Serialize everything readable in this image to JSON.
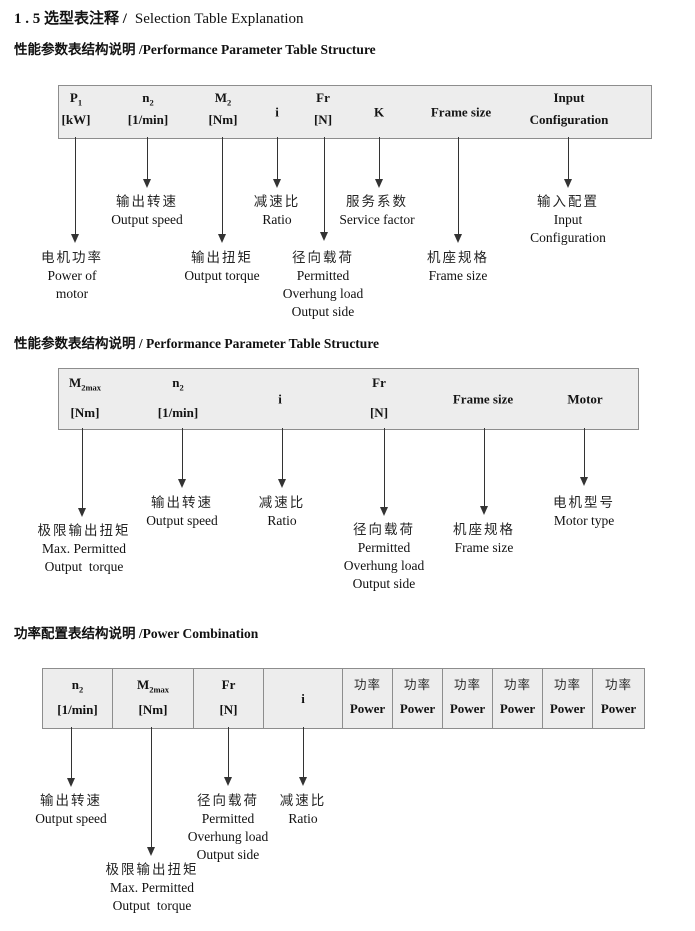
{
  "page": {
    "title_zh": "1 . 5 选型表注释 /",
    "title_en": "Selection Table Explanation"
  },
  "sections": [
    {
      "heading": "性能参数表结构说明 /Performance Parameter Table Structure",
      "table": {
        "columns": [
          {
            "line1": "P",
            "sub": "1",
            "line2": "[kW]"
          },
          {
            "line1": "n",
            "sub": "2",
            "line2": "[1/min]"
          },
          {
            "line1": "M",
            "sub": "2",
            "line2": "[Nm]"
          },
          {
            "line1": "i"
          },
          {
            "line1": "Fr",
            "line2": "[N]"
          },
          {
            "line1": "K"
          },
          {
            "line1": "Frame size"
          },
          {
            "line1": "Input",
            "line2": "Configuration"
          }
        ]
      },
      "callouts": [
        {
          "lines": [
            "输出转速",
            "Output speed"
          ]
        },
        {
          "lines": [
            "减速比",
            "Ratio"
          ]
        },
        {
          "lines": [
            "服务系数",
            "Service factor"
          ]
        },
        {
          "lines": [
            "输入配置",
            "Input",
            "Configuration"
          ]
        },
        {
          "lines": [
            "电机功率",
            "Power of",
            "motor"
          ]
        },
        {
          "lines": [
            "输出扭矩",
            "Output torque"
          ]
        },
        {
          "lines": [
            "径向载荷",
            "Permitted",
            "Overhung load",
            "Output side"
          ]
        },
        {
          "lines": [
            "机座规格",
            "Frame size"
          ]
        }
      ]
    },
    {
      "heading": "性能参数表结构说明 / Performance Parameter Table Structure",
      "table": {
        "columns": [
          {
            "line1": "M",
            "sub": "2max",
            "line2": "[Nm]"
          },
          {
            "line1": "n",
            "sub": "2",
            "line2": "[1/min]"
          },
          {
            "line1": "i"
          },
          {
            "line1": "Fr",
            "line2": "[N]"
          },
          {
            "line1": "Frame size"
          },
          {
            "line1": "Motor"
          }
        ]
      },
      "callouts": [
        {
          "lines": [
            "极限输出扭矩",
            "Max. Permitted",
            "Output  torque"
          ]
        },
        {
          "lines": [
            "输出转速",
            "Output speed"
          ]
        },
        {
          "lines": [
            "减速比",
            "Ratio"
          ]
        },
        {
          "lines": [
            "径向载荷",
            "Permitted",
            "Overhung load",
            "Output side"
          ]
        },
        {
          "lines": [
            "机座规格",
            "Frame size"
          ]
        },
        {
          "lines": [
            "电机型号",
            "Motor type"
          ]
        }
      ]
    },
    {
      "heading": "功率配置表结构说明 /Power Combination",
      "table": {
        "columns": [
          {
            "line1": "n",
            "sub": "2",
            "line2": "[1/min]"
          },
          {
            "line1": "M",
            "sub": "2max",
            "line2": "[Nm]"
          },
          {
            "line1": "Fr",
            "line2": "[N]"
          },
          {
            "line1": "i"
          }
        ],
        "power_cols": [
          {
            "zh": "功率",
            "en": "Power"
          },
          {
            "zh": "功率",
            "en": "Power"
          },
          {
            "zh": "功率",
            "en": "Power"
          },
          {
            "zh": "功率",
            "en": "Power"
          },
          {
            "zh": "功率",
            "en": "Power"
          },
          {
            "zh": "功率",
            "en": "Power"
          }
        ]
      },
      "callouts": [
        {
          "lines": [
            "输出转速",
            "Output speed"
          ]
        },
        {
          "lines": [
            "极限输出扭矩",
            "Max. Permitted",
            "Output  torque"
          ]
        },
        {
          "lines": [
            "径向载荷",
            "Permitted",
            "Overhung load",
            "Output side"
          ]
        },
        {
          "lines": [
            "减速比",
            "Ratio"
          ]
        }
      ]
    }
  ]
}
